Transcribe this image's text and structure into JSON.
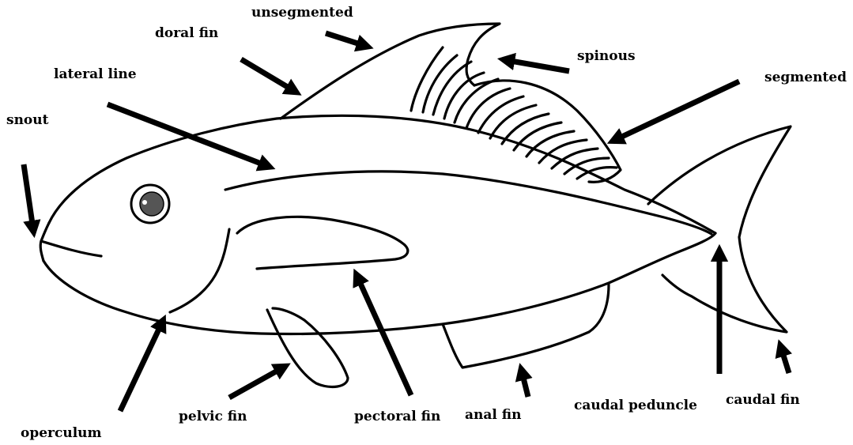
{
  "labels": {
    "unsegmented": "unsegmented",
    "doral_fin": "doral fin",
    "lateral_line": "lateral line",
    "snout": "snout",
    "spinous": "spinous",
    "segmented": "segmented",
    "operculum": "operculum",
    "pelvic_fin": "pelvic fin",
    "pectoral_fin": "pectoral fin",
    "anal_fin": "anal fin",
    "caudal_peduncle": "caudal peduncle",
    "caudal_fin": "caudal fin"
  },
  "colors": {
    "ink": "#000000",
    "eye_iris": "#555555",
    "background": "#ffffff"
  }
}
